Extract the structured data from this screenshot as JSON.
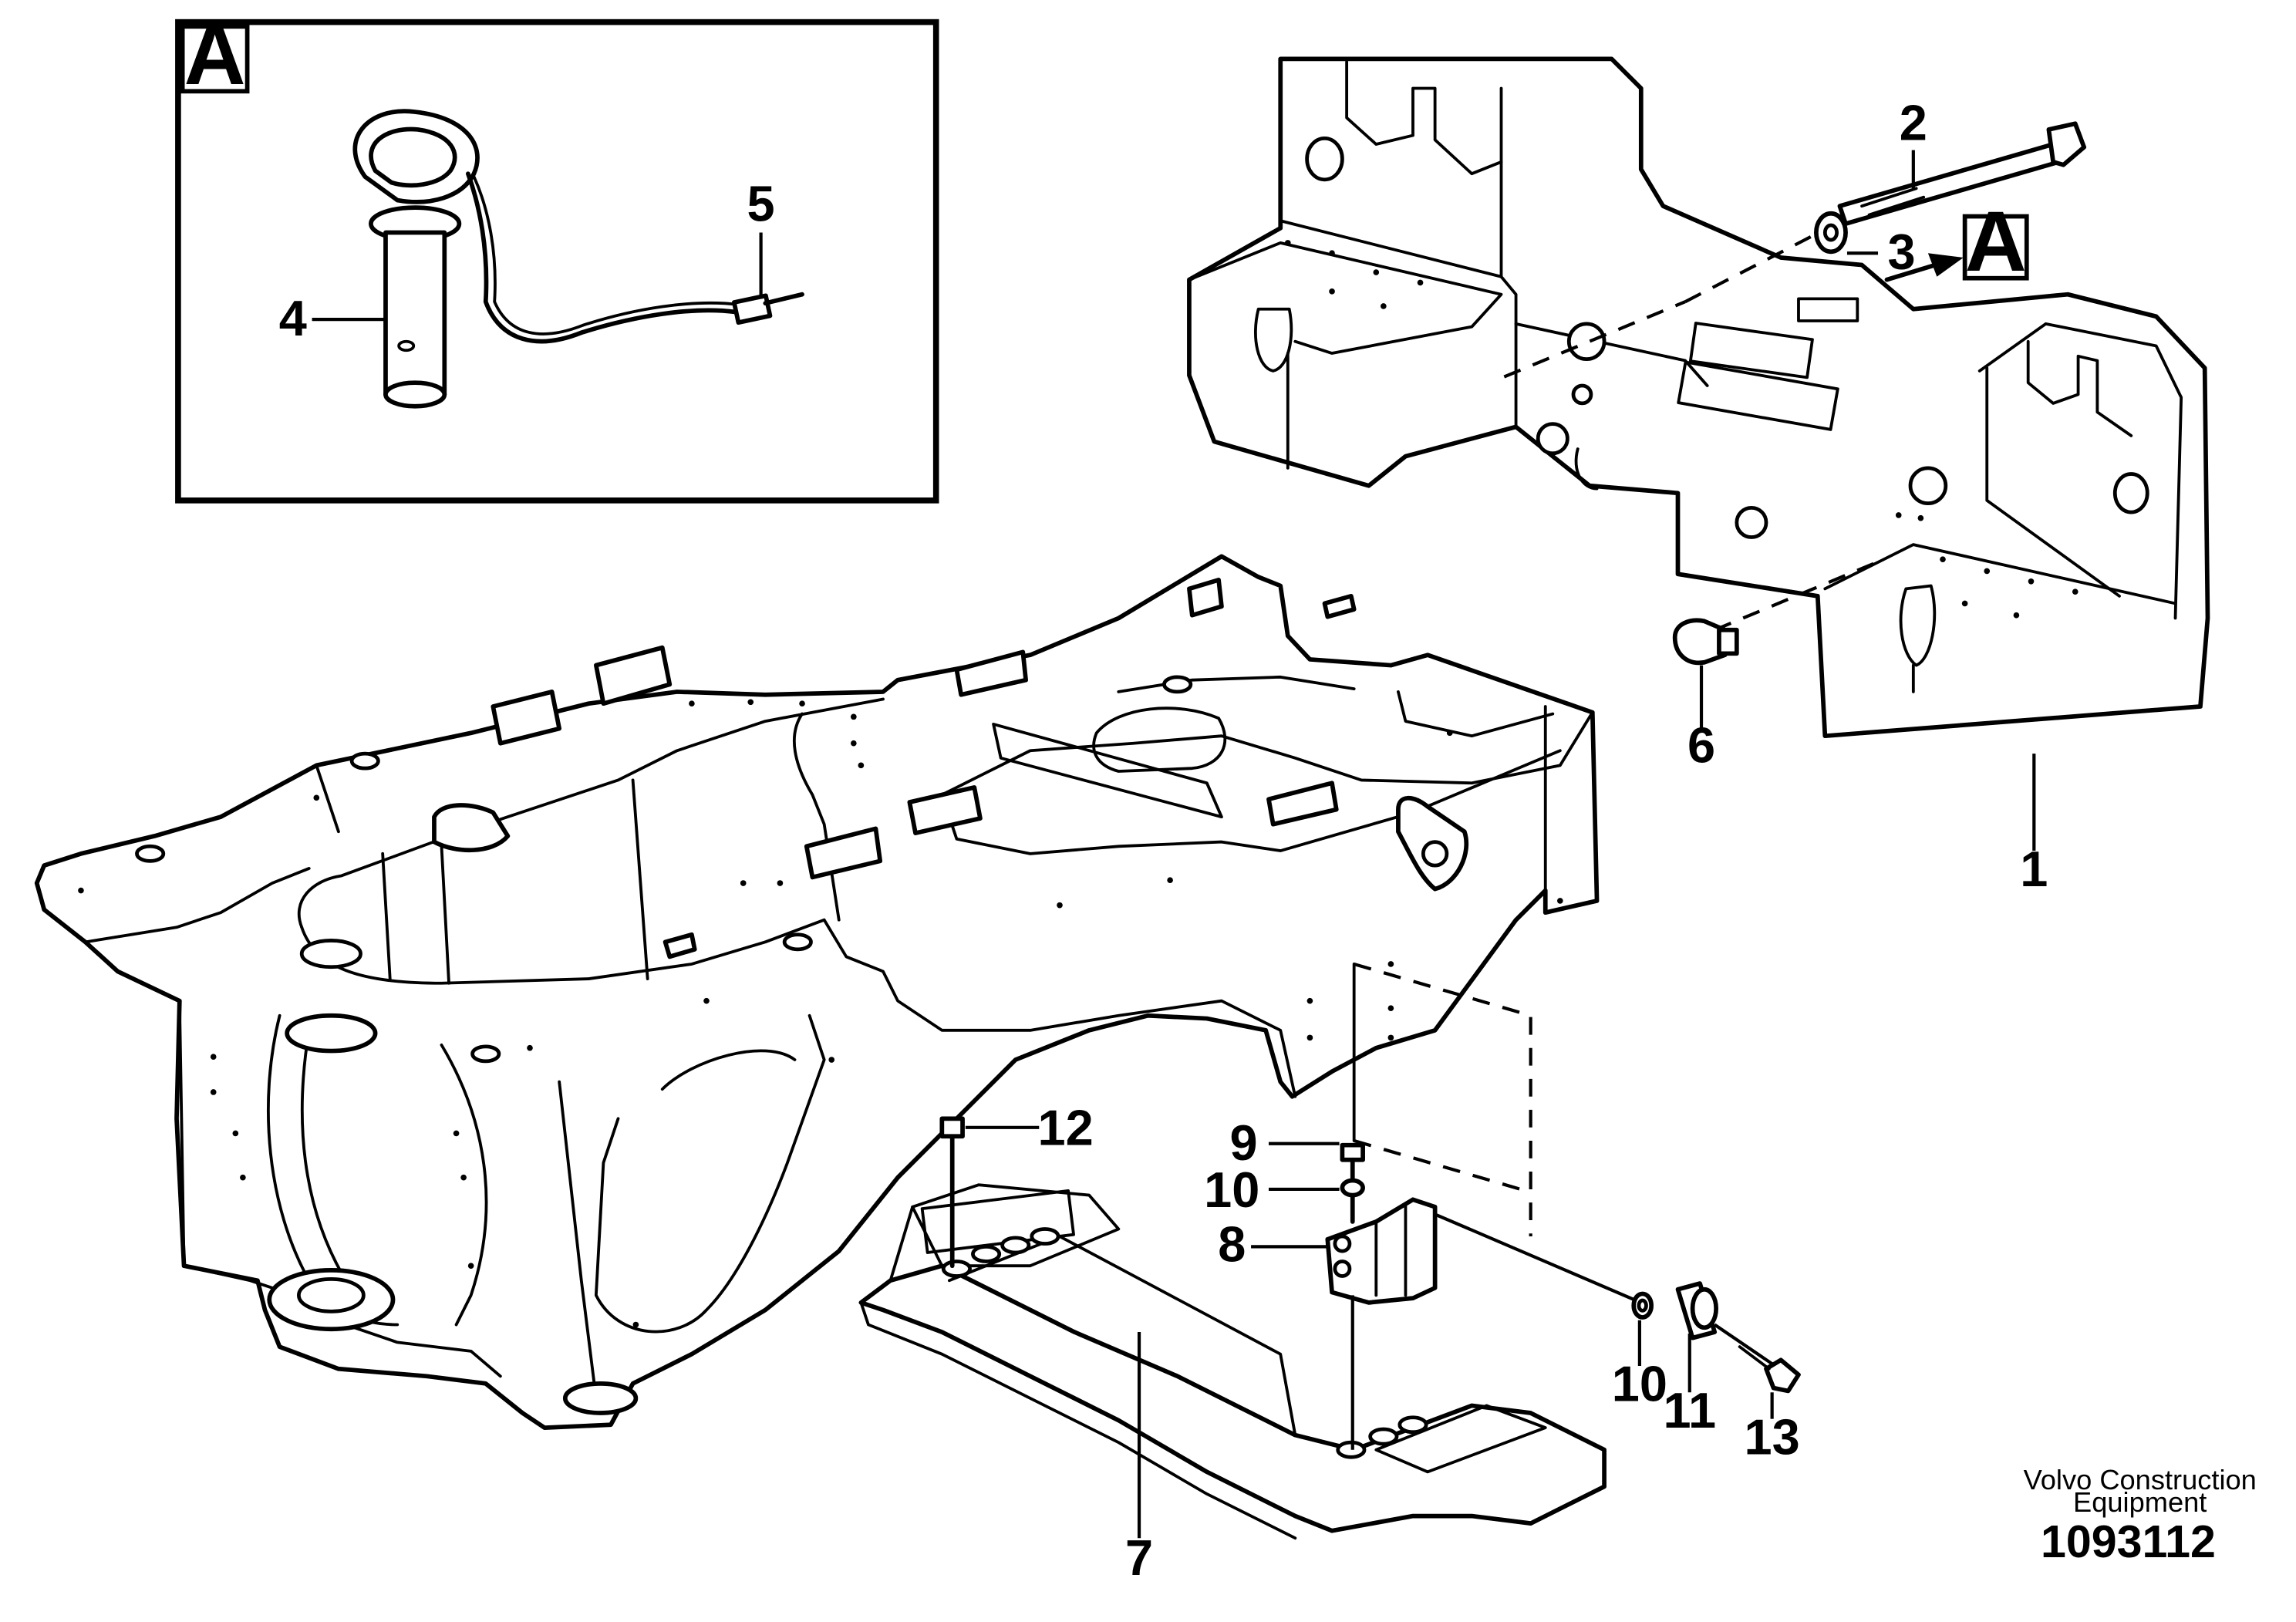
{
  "detail_view": {
    "tag": "A"
  },
  "section_marker": {
    "tag": "A"
  },
  "callouts": [
    {
      "id": "cl-1",
      "label": "1"
    },
    {
      "id": "cl-2",
      "label": "2"
    },
    {
      "id": "cl-3",
      "label": "3"
    },
    {
      "id": "cl-4",
      "label": "4"
    },
    {
      "id": "cl-5",
      "label": "5"
    },
    {
      "id": "cl-6",
      "label": "6"
    },
    {
      "id": "cl-7",
      "label": "7"
    },
    {
      "id": "cl-8",
      "label": "8"
    },
    {
      "id": "cl-9",
      "label": "9"
    },
    {
      "id": "cl-10a",
      "label": "10"
    },
    {
      "id": "cl-10b",
      "label": "10"
    },
    {
      "id": "cl-11",
      "label": "11"
    },
    {
      "id": "cl-12",
      "label": "12"
    },
    {
      "id": "cl-13",
      "label": "13"
    }
  ],
  "footer": {
    "company_line1": "Volvo Construction",
    "company_line2": "Equipment",
    "drawing_number": "1093112"
  }
}
